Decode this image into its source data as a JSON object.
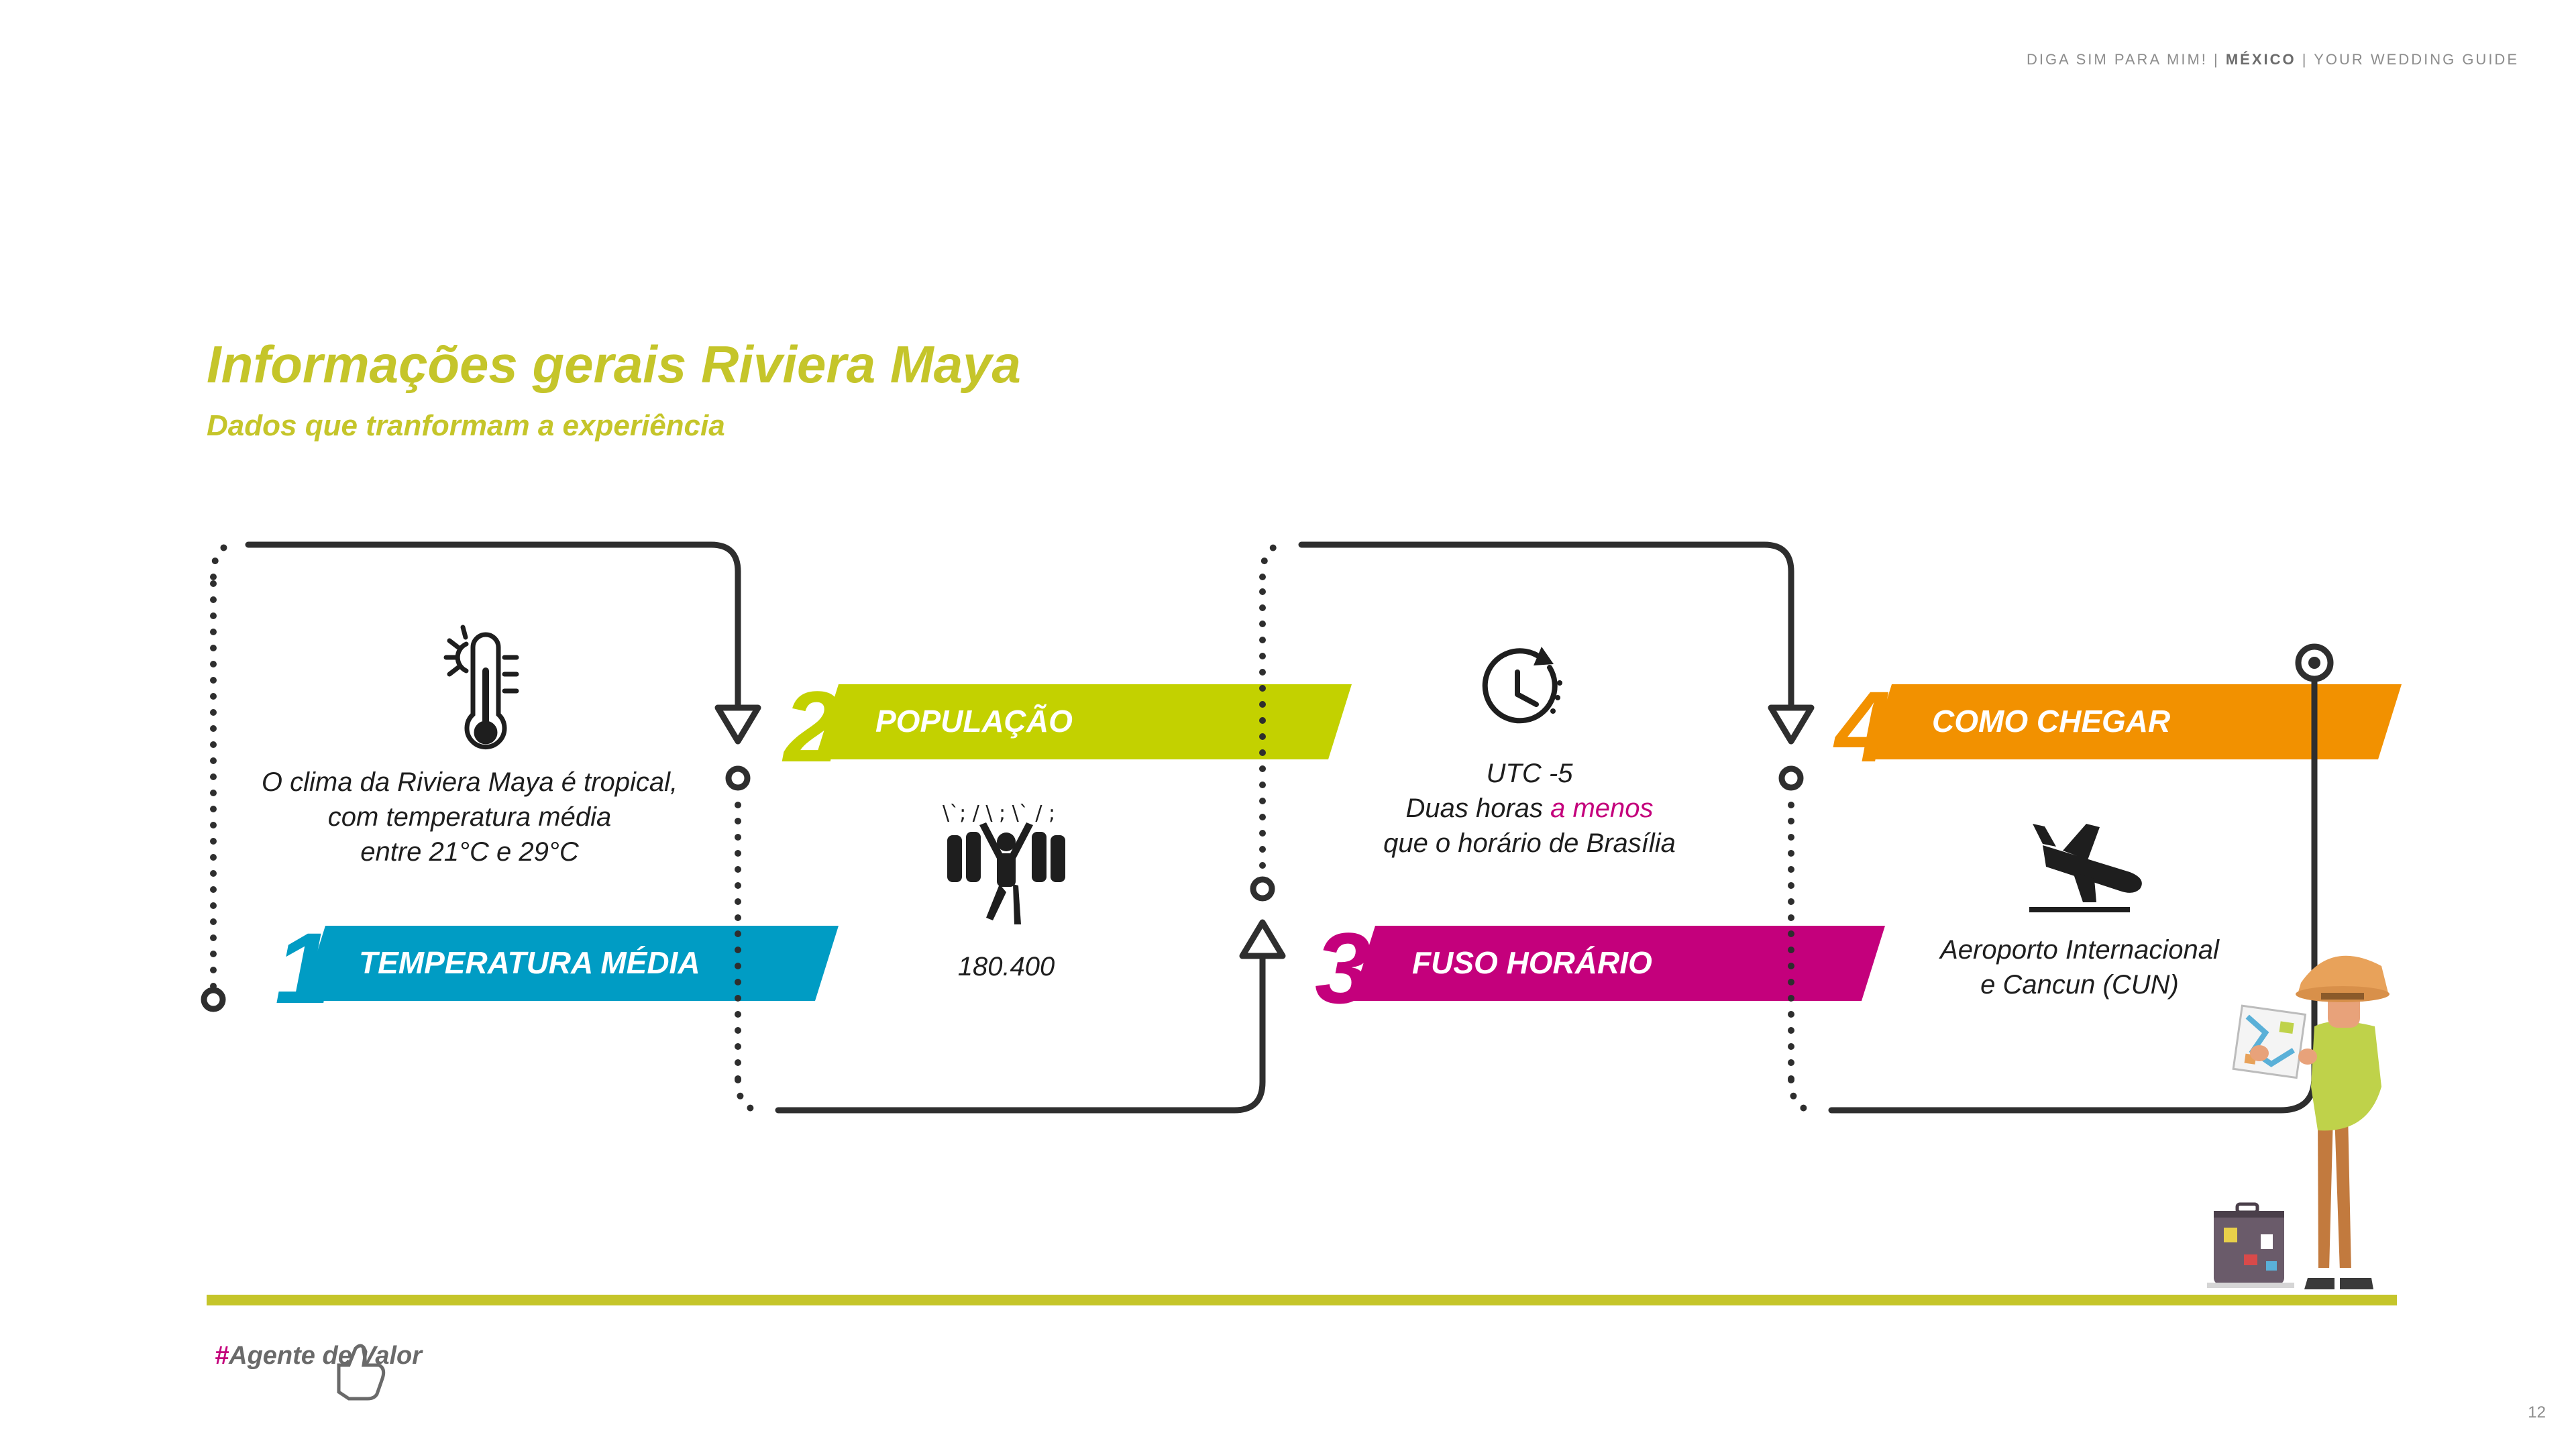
{
  "header": {
    "brand": "DIGA SIM PARA MIM!",
    "sep1": " | ",
    "country": "MÉXICO",
    "sep2": " | ",
    "guide": "YOUR WEDDING GUIDE"
  },
  "title": "Informações gerais Riviera Maya",
  "subtitle": "Dados que tranformam a experiência",
  "steps": [
    {
      "number": "1",
      "label": "TEMPERATURA MÉDIA",
      "color": "#009cc4",
      "icon": "thermometer-sun-icon",
      "lines": [
        "O clima da Riviera Maya é tropical,",
        "com temperatura média",
        "entre 21°C e 29°C"
      ]
    },
    {
      "number": "2",
      "label": "POPULAÇÃO",
      "color": "#c3d100",
      "icon": "crowd-icon",
      "lines": [
        "180.400"
      ]
    },
    {
      "number": "3",
      "label": "FUSO HORÁRIO",
      "color": "#c4007c",
      "icon": "clock-icon",
      "lines": [
        "UTC -5",
        "Duas horas ",
        "a menos",
        "que o horário de Brasília"
      ]
    },
    {
      "number": "4",
      "label": "COMO CHEGAR",
      "color": "#f29100",
      "icon": "airplane-landing-icon",
      "lines": [
        "Aeroporto Internacional",
        "e Cancun (CUN)"
      ]
    }
  ],
  "footer": {
    "logo_hash": "#",
    "logo_text": "Agente de Valor",
    "page_number": "12",
    "line_color": "#c5c52a"
  },
  "illustration": "traveler-with-map-icon"
}
